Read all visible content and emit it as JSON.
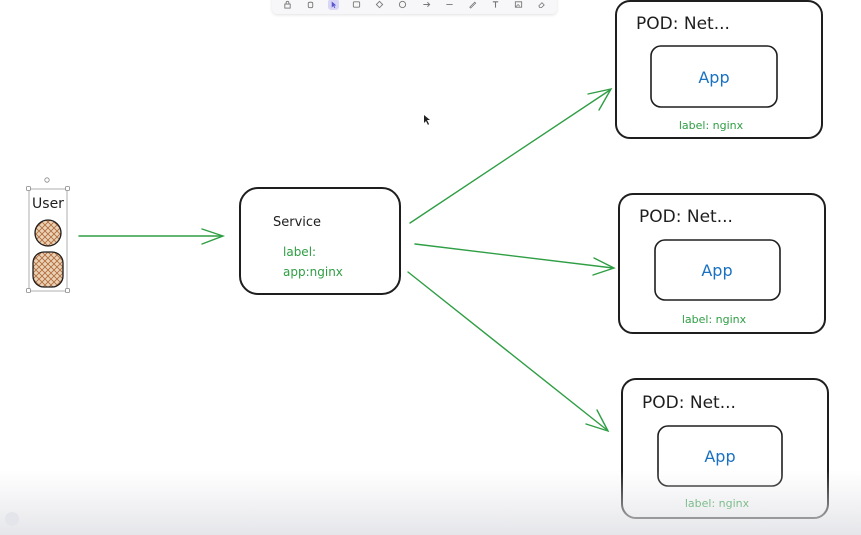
{
  "user": {
    "label": "User"
  },
  "service": {
    "title": "Service",
    "label_line1": "label:",
    "label_line2": "app:nginx"
  },
  "pods": [
    {
      "title": "POD: Net...",
      "app": "App",
      "label": "label: nginx"
    },
    {
      "title": "POD: Net...",
      "app": "App",
      "label": "label: nginx"
    },
    {
      "title": "POD: Net...",
      "app": "App",
      "label": "label: nginx"
    }
  ],
  "toolbar": {
    "tools": [
      "lock-icon",
      "hand-icon",
      "selection-icon",
      "rectangle-icon",
      "diamond-icon",
      "ellipse-icon",
      "arrow-icon",
      "line-icon",
      "pencil-icon",
      "text-icon",
      "image-icon",
      "eraser-icon"
    ],
    "active_tool": "selection-icon"
  },
  "colors": {
    "stroke": "#1e1e1e",
    "arrow": "#2f9e44",
    "label_text": "#2f9e44",
    "app_text": "#1971c2",
    "person_fill": "#e8c4a0",
    "person_stroke": "#a0541a"
  }
}
